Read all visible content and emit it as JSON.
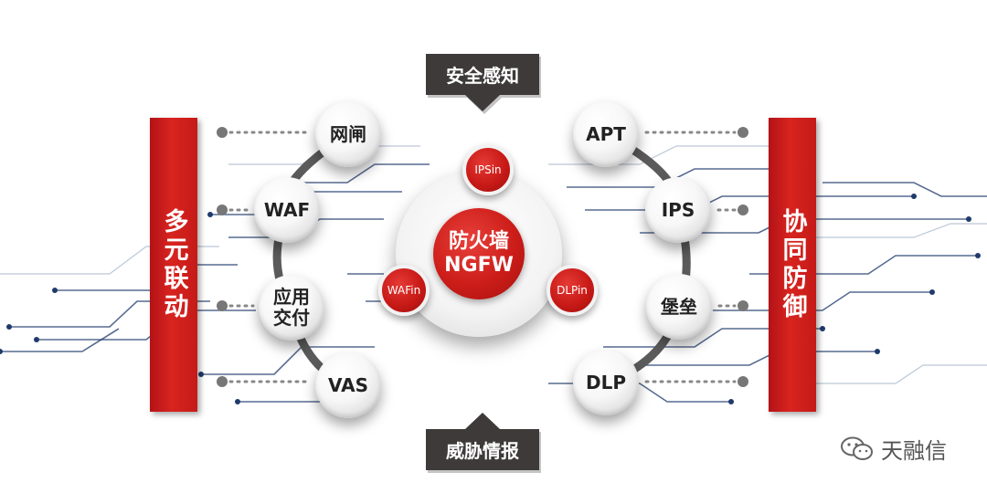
{
  "left_bar": "多元联动",
  "right_bar": "协同防御",
  "top_banner": "安全感知",
  "bottom_banner": "威胁情报",
  "hub": {
    "line1": "防火墙",
    "line2": "NGFW"
  },
  "satellites": {
    "top": "IPSin",
    "left": "WAFin",
    "right": "DLPin"
  },
  "left_nodes": [
    "网闸",
    "WAF",
    "应用\n交付",
    "VAS"
  ],
  "right_nodes": [
    "APT",
    "IPS",
    "堡垒",
    "DLP"
  ],
  "watermark": "天融信",
  "colors": {
    "red": "#cc1d19",
    "dark_banner": "#3e3a3a",
    "circuit": "#1f3a6b"
  },
  "icons": {
    "watermark": "wechat-icon"
  }
}
